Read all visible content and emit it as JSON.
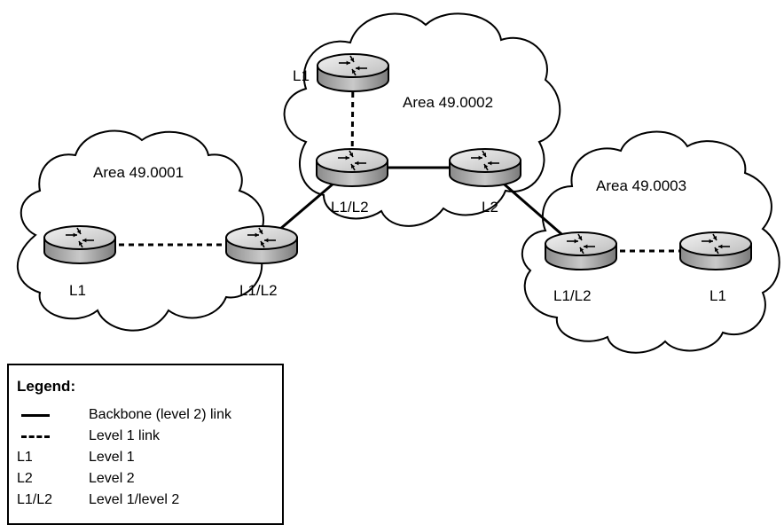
{
  "areas": [
    {
      "id": "area1",
      "label": "Area 49.0001"
    },
    {
      "id": "area2",
      "label": "Area 49.0002"
    },
    {
      "id": "area3",
      "label": "Area 49.0003"
    }
  ],
  "routers": [
    {
      "id": "r-a1-left",
      "label": "L1",
      "area": "area1"
    },
    {
      "id": "r-a1-right",
      "label": "L1/L2",
      "area": "area1"
    },
    {
      "id": "r-a2-top",
      "label": "L1",
      "area": "area2"
    },
    {
      "id": "r-a2-left",
      "label": "L1/L2",
      "area": "area2"
    },
    {
      "id": "r-a2-right",
      "label": "L2",
      "area": "area2"
    },
    {
      "id": "r-a3-left",
      "label": "L1/L2",
      "area": "area3"
    },
    {
      "id": "r-a3-right",
      "label": "L1",
      "area": "area3"
    }
  ],
  "links": [
    {
      "from": "r-a1-left",
      "to": "r-a1-right",
      "type": "level1"
    },
    {
      "from": "r-a1-right",
      "to": "r-a2-left",
      "type": "backbone"
    },
    {
      "from": "r-a2-top",
      "to": "r-a2-left",
      "type": "level1"
    },
    {
      "from": "r-a2-left",
      "to": "r-a2-right",
      "type": "backbone"
    },
    {
      "from": "r-a2-right",
      "to": "r-a3-left",
      "type": "backbone"
    },
    {
      "from": "r-a3-left",
      "to": "r-a3-right",
      "type": "level1"
    }
  ],
  "legend": {
    "title": "Legend:",
    "rows": [
      {
        "key_type": "solid-line",
        "key": "",
        "desc": "Backbone (level 2) link"
      },
      {
        "key_type": "dashed-line",
        "key": "",
        "desc": "Level 1 link"
      },
      {
        "key_type": "text",
        "key": "L1",
        "desc": "Level 1"
      },
      {
        "key_type": "text",
        "key": "L2",
        "desc": "Level 2"
      },
      {
        "key_type": "text",
        "key": "L1/L2",
        "desc": "Level 1/level 2"
      }
    ]
  }
}
